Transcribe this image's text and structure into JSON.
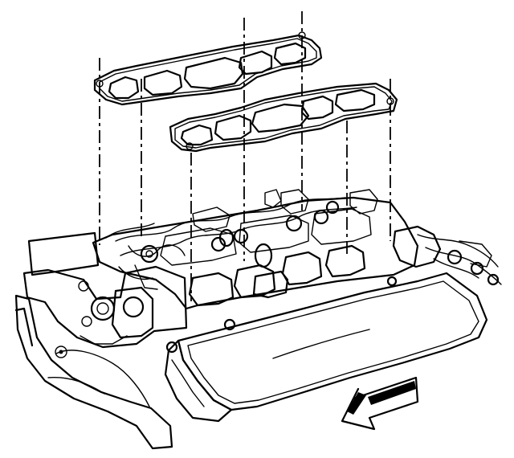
{
  "figure": {
    "background": "#ffffff",
    "ink": "#000000",
    "components": [
      "upper-gasket-left-bank",
      "upper-gasket-right-bank",
      "alignment-guides",
      "intake-manifold-base",
      "engine-block",
      "valve-cover",
      "direction-arrow"
    ],
    "arrow_direction": "front-left"
  }
}
